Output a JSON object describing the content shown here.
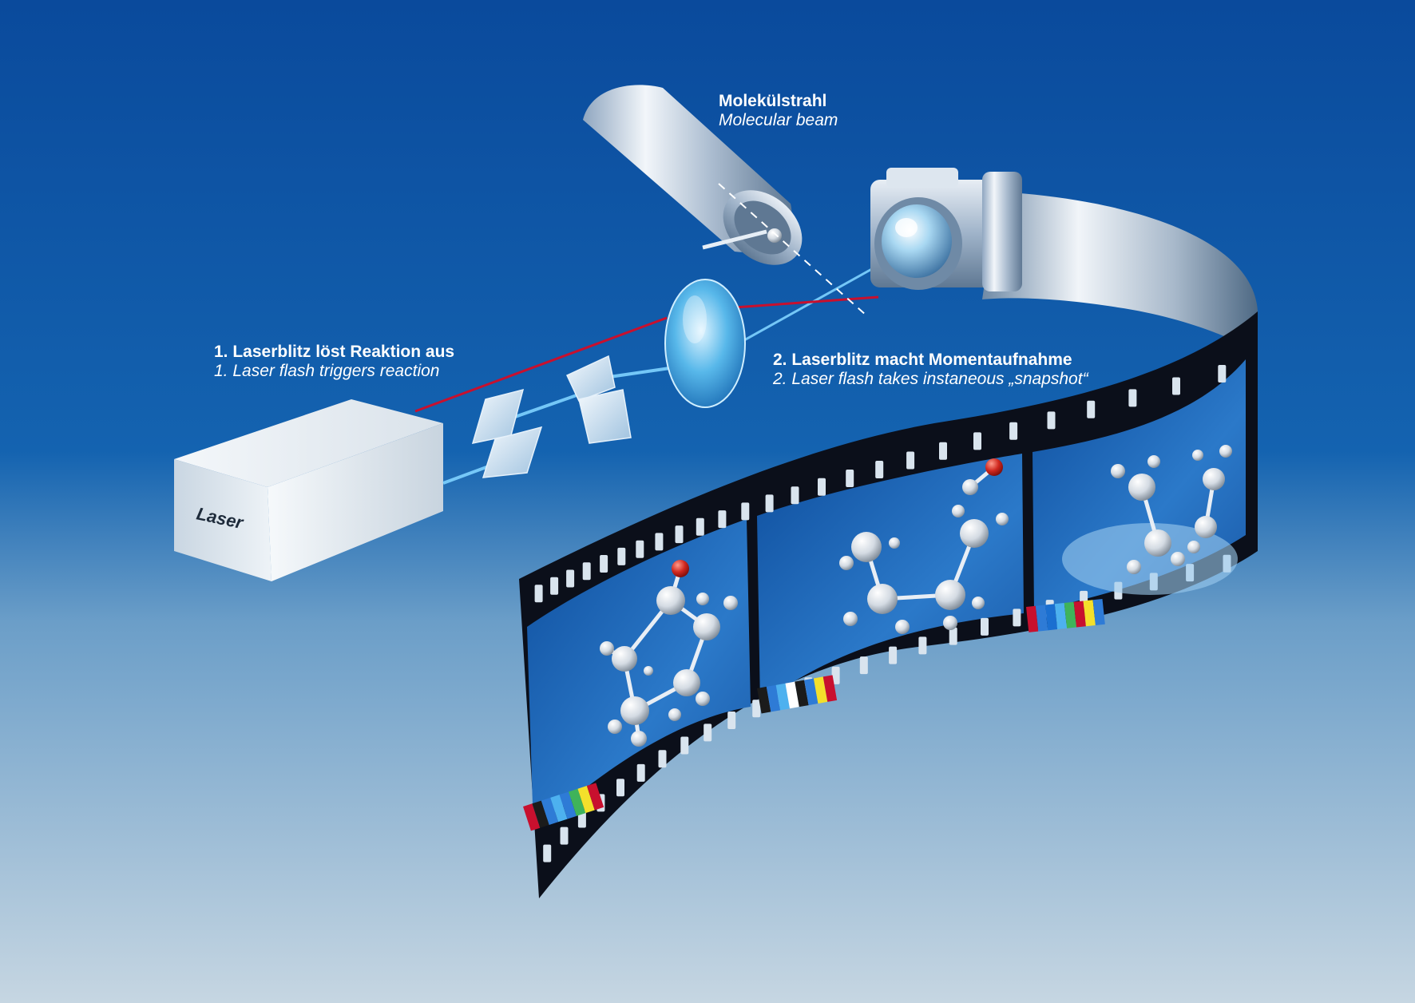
{
  "labels": {
    "molecular_beam_de": "Molekülstrahl",
    "molecular_beam_en": "Molecular beam",
    "laser_flash_1_de": "1. Laserblitz löst Reaktion aus",
    "laser_flash_1_en": "1. Laser flash triggers reaction",
    "laser_flash_2_de": "2. Laserblitz macht Momentaufnahme",
    "laser_flash_2_en": "2. Laser flash takes instaneous „snapshot“",
    "laser_box": "Laser"
  },
  "colors": {
    "background_top": "#0a4a9c",
    "background_bottom": "#c6d6e2",
    "pump_beam": "#c8102e",
    "probe_beam": "#7fd3ff",
    "film_black": "#0b0f1a",
    "frame_blue": "#1f67b8"
  },
  "film": {
    "frames": 3,
    "spectra": [
      [
        "#c8102e",
        "#1b1b1b",
        "#2e7bd6",
        "#4db1ef",
        "#2e7bd6",
        "#3fb35a",
        "#f4e02b",
        "#c8102e"
      ],
      [
        "#1b1b1b",
        "#2e7bd6",
        "#4db1ef",
        "#ffffff",
        "#1b1b1b",
        "#2e7bd6",
        "#f4e02b",
        "#c8102e"
      ],
      [
        "#c8102e",
        "#2e7bd6",
        "#1b6fd0",
        "#4db1ef",
        "#3fb35a",
        "#c8102e",
        "#f4e02b",
        "#2e7bd6"
      ]
    ]
  }
}
